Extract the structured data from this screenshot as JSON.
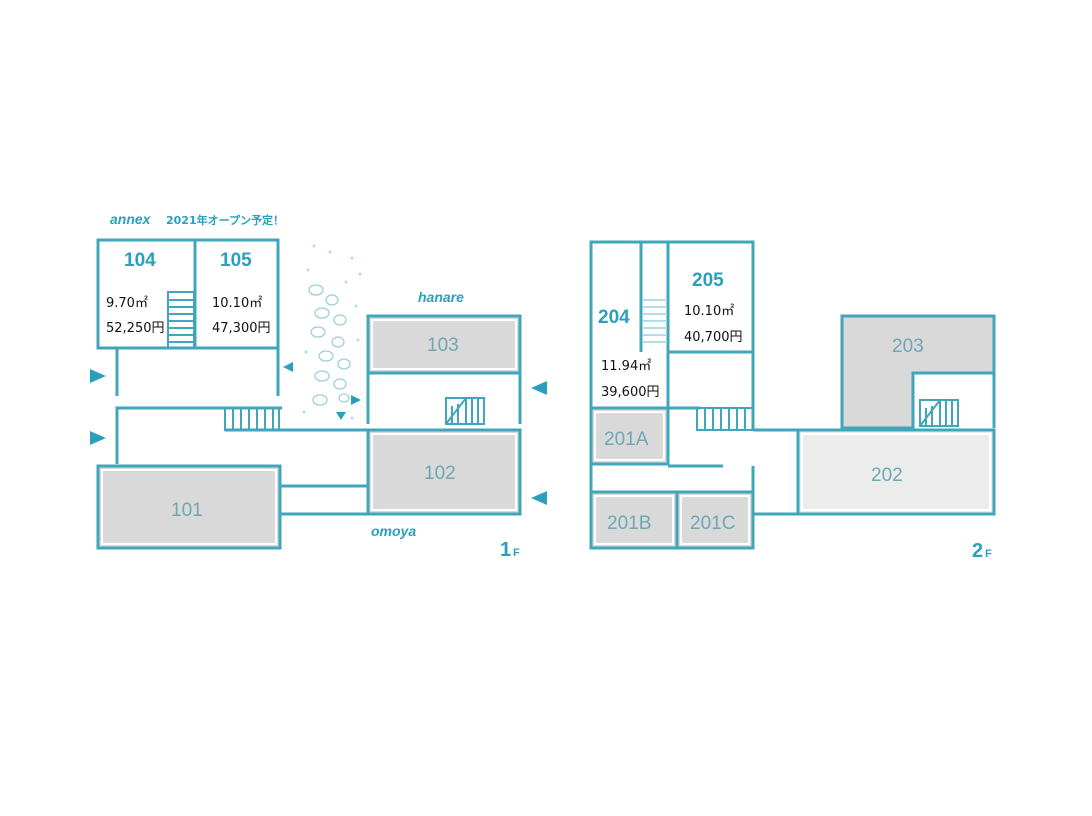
{
  "floor1": {
    "labels": {
      "annex": "annex",
      "annex_note": "2021年オープン予定！",
      "hanare": "hanare",
      "omoya": "omoya",
      "floor_number": "1",
      "floor_suffix": "F"
    },
    "rooms": {
      "r101": "101",
      "r102": "102",
      "r103": "103",
      "r104": {
        "number": "104",
        "area": "9.70㎡",
        "price": "52,250円"
      },
      "r105": {
        "number": "105",
        "area": "10.10㎡",
        "price": "47,300円"
      }
    }
  },
  "floor2": {
    "labels": {
      "floor_number": "2",
      "floor_suffix": "F"
    },
    "rooms": {
      "r201A": "201A",
      "r201B": "201B",
      "r201C": "201C",
      "r202": "202",
      "r203": "203",
      "r204": {
        "number": "204",
        "area": "11.94㎡",
        "price": "39,600円"
      },
      "r205": {
        "number": "205",
        "area": "10.10㎡",
        "price": "40,700円"
      }
    }
  },
  "colors": {
    "wall": "#3fa6bb",
    "label_accent": "#2aa0be",
    "occupied_room": "#d9d9d9",
    "light_room": "#ececec"
  },
  "icons": [
    "entrance-arrow-icon",
    "stairs-icon",
    "stepping-stones-icon"
  ]
}
